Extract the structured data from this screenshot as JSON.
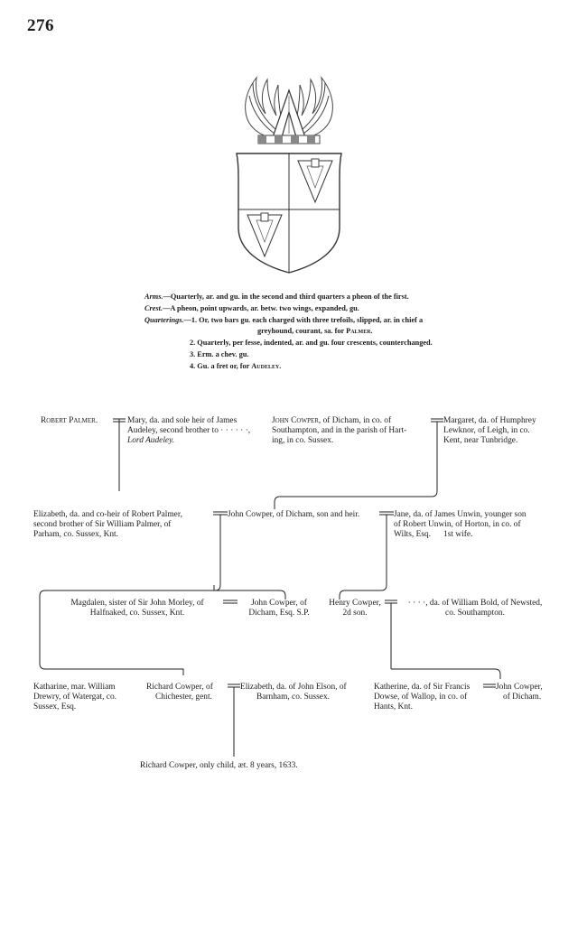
{
  "page_number": "276",
  "arms": {
    "arms_label": "Arms.",
    "arms_text": "—Quarterly, ar. and gu. in the second and third quarters a pheon of the first.",
    "crest_label": "Crest.",
    "crest_text": "—A pheon, point upwards, ar. betw. two wings, expanded, gu.",
    "quarterings_label": "Quarterings.",
    "q1_text": "—1. Or, two bars gu. each charged with three trefoils, slipped, ar. in chief a",
    "q1_cont": "greyhound, courant, sa. for",
    "q1_name": "Palmer.",
    "q2": "2. Quarterly, per fesse, indented, ar. and gu. four crescents, counterchanged.",
    "q3": "3. Erm. a chev. gu.",
    "q4_text": "4. Gu. a fret or, for",
    "q4_name": "Audeley."
  },
  "gen1": {
    "robert_palmer": "Robert Palmer.",
    "mary_1": "Mary, da. and sole heir of James",
    "mary_2": "Audeley, second brother to · · · · · ·,",
    "mary_3": "Lord Audeley.",
    "john_cowper_name": "John Cowper",
    "john_cowper_1": ", of Dicham, in co. of",
    "john_cowper_2": "Southampton, and in the parish of Hart-",
    "john_cowper_3": "ing, in co. Sussex.",
    "margaret_1": "Margaret, da. of Humphrey",
    "margaret_2": "Lewknor, of Leigh, in co.",
    "margaret_3": "Kent, near Tunbridge."
  },
  "gen2": {
    "elizabeth_1": "Elizabeth, da. and co-heir of Robert Palmer,",
    "elizabeth_2": "second brother of Sir William Palmer, of",
    "elizabeth_3": "Parham, co. Sussex, Knt.",
    "john_heir": "John Cowper, of Dicham, son and heir.",
    "jane_1": "Jane, da. of James Unwin, younger son",
    "jane_2": "of Robert Unwin, of Horton, in co. of",
    "jane_3": "Wilts, Esq.",
    "jane_wife": "1st wife."
  },
  "gen3": {
    "magdalen_1": "Magdalen, sister of Sir John Morley, of",
    "magdalen_2": "Halfnaked, co. Sussex, Knt.",
    "john_1": "John Cowper, of",
    "john_2": "Dicham, Esq. S.P.",
    "henry_1": "Henry Cowper,",
    "henry_2": "2d son.",
    "bold_1": "· · · ·, da. of William Bold, of Newsted,",
    "bold_2": "co. Southampton."
  },
  "gen4": {
    "katharine_1": "Katharine, mar. William",
    "katharine_2": "Drewry, of Watergat, co.",
    "katharine_3": "Sussex, Esq.",
    "richard_1": "Richard Cowper, of",
    "richard_2": "Chichester, gent.",
    "elizabeth_e_1": "Elizabeth, da. of John Elson, of",
    "elizabeth_e_2": "Barnham, co. Sussex.",
    "katherine_d_1": "Katherine, da. of Sir Francis",
    "katherine_d_2": "Dowse, of Wallop, in co. of",
    "katherine_d_3": "Hants, Knt.",
    "john_d_1": "John Cowper,",
    "john_d_2": "of Dicham."
  },
  "gen5": {
    "richard_child": "Richard Cowper, only child, æt. 8 years, 1633."
  }
}
